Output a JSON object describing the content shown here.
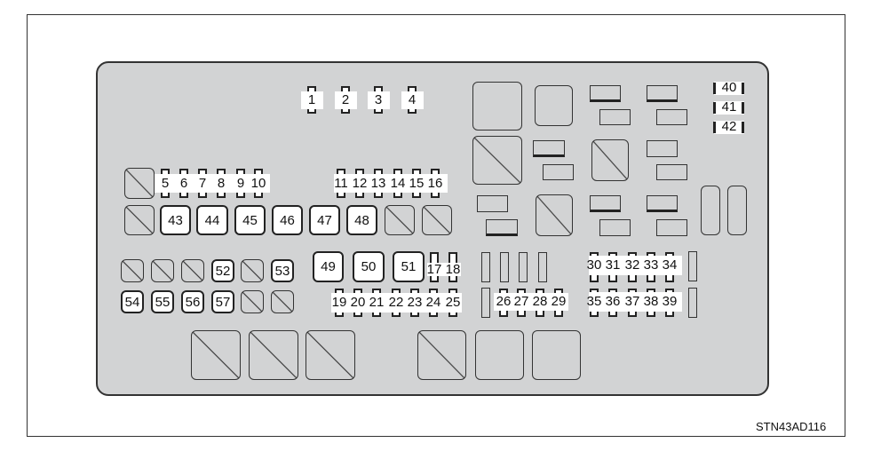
{
  "diagram_code": "STN43AD116",
  "fuses": [
    "1",
    "2",
    "3",
    "4",
    "5",
    "6",
    "7",
    "8",
    "9",
    "10",
    "11",
    "12",
    "13",
    "14",
    "15",
    "16",
    "17",
    "18",
    "19",
    "20",
    "21",
    "22",
    "23",
    "24",
    "25",
    "26",
    "27",
    "28",
    "29",
    "30",
    "31",
    "32",
    "33",
    "34",
    "35",
    "36",
    "37",
    "38",
    "39",
    "40",
    "41",
    "42",
    "43",
    "44",
    "45",
    "46",
    "47",
    "48",
    "49",
    "50",
    "51",
    "52",
    "53",
    "54",
    "55",
    "56",
    "57"
  ]
}
